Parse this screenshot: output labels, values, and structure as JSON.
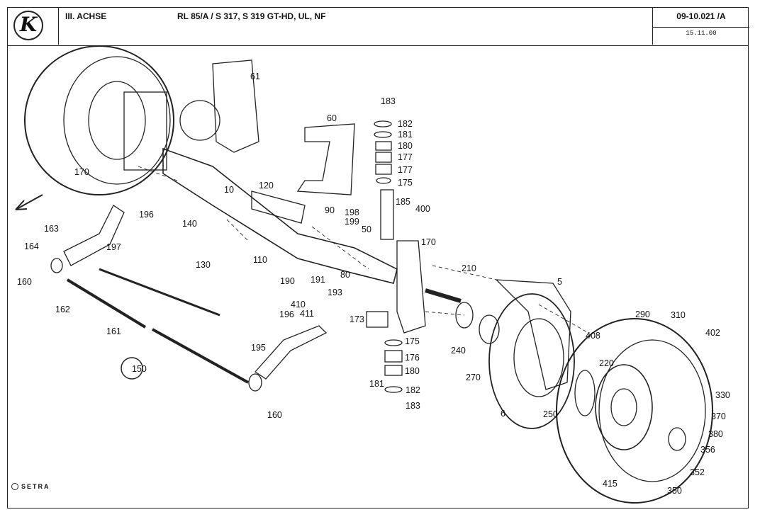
{
  "header": {
    "logo_letter": "K",
    "series": "III. ACHSE",
    "models": "RL 85/A / S 317, S 319 GT-HD, UL, NF",
    "doc_number": "09-10.021 /A",
    "doc_date": "15.11.00"
  },
  "footer": {
    "brand": "SETRA"
  },
  "labels": {
    "l5": "5",
    "l6": "6",
    "l10": "10",
    "l50": "50",
    "l60": "60",
    "l61": "61",
    "l80": "80",
    "l90": "90",
    "l110": "110",
    "l120": "120",
    "l130": "130",
    "l140": "140",
    "l150": "150",
    "l160a": "160",
    "l160b": "160",
    "l161": "161",
    "l162": "162",
    "l163": "163",
    "l164": "164",
    "l170a": "170",
    "l170b": "170",
    "l173": "173",
    "l175a": "175",
    "l175b": "175",
    "l176": "176",
    "l177a": "177",
    "l177b": "177",
    "l180a": "180",
    "l180b": "180",
    "l181a": "181",
    "l181b": "181",
    "l182a": "182",
    "l182b": "182",
    "l183a": "183",
    "l183b": "183",
    "l185": "185",
    "l190": "190",
    "l191": "191",
    "l193": "193",
    "l195": "195",
    "l196a": "196",
    "l196b": "196",
    "l197": "197",
    "l198": "198",
    "l199": "199",
    "l210": "210",
    "l220": "220",
    "l240": "240",
    "l250": "250",
    "l270": "270",
    "l290": "290",
    "l310": "310",
    "l330": "330",
    "l350": "350",
    "l352": "352",
    "l356": "356",
    "l370": "370",
    "l380": "380",
    "l400": "400",
    "l402": "402",
    "l408": "408",
    "l410": "410",
    "l411": "411",
    "l415": "415"
  }
}
